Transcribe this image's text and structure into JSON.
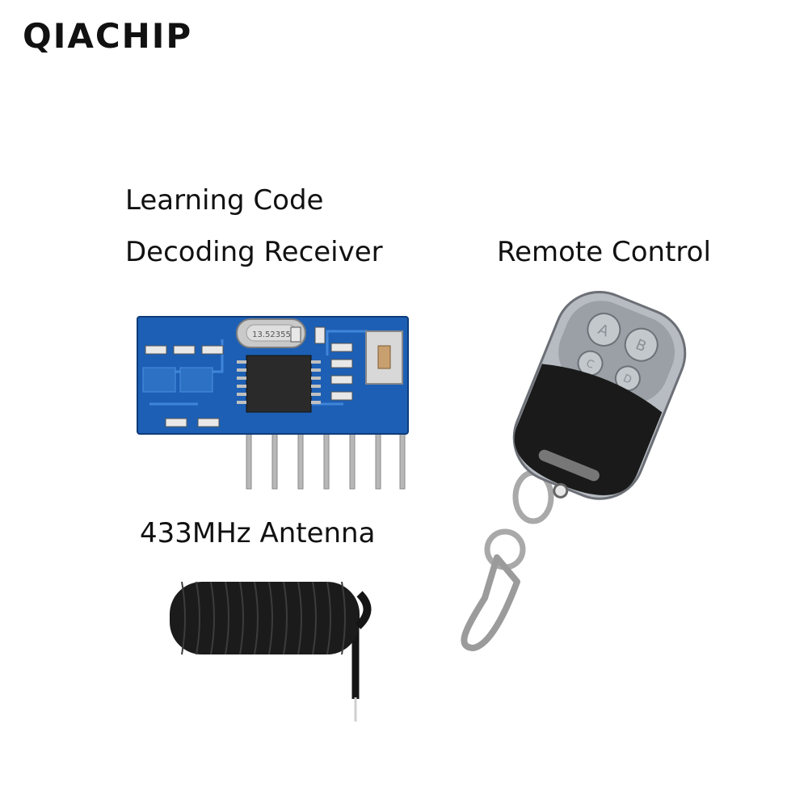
{
  "brand": "QIACHIP",
  "labels": {
    "receiver_line1": "Learning Code",
    "receiver_line2": "Decoding Receiver",
    "remote": "Remote Control",
    "antenna": "433MHz Antenna"
  },
  "receiver": {
    "crystal_marking": "13.52355"
  },
  "remote": {
    "buttons": [
      "A",
      "B",
      "C",
      "D"
    ]
  },
  "watermark": "QIACHIP",
  "colors": {
    "pcb": "#1d5fb4",
    "remote_body": "#1a1a1a",
    "remote_top": "#9aa0a6",
    "antenna": "#151515"
  }
}
